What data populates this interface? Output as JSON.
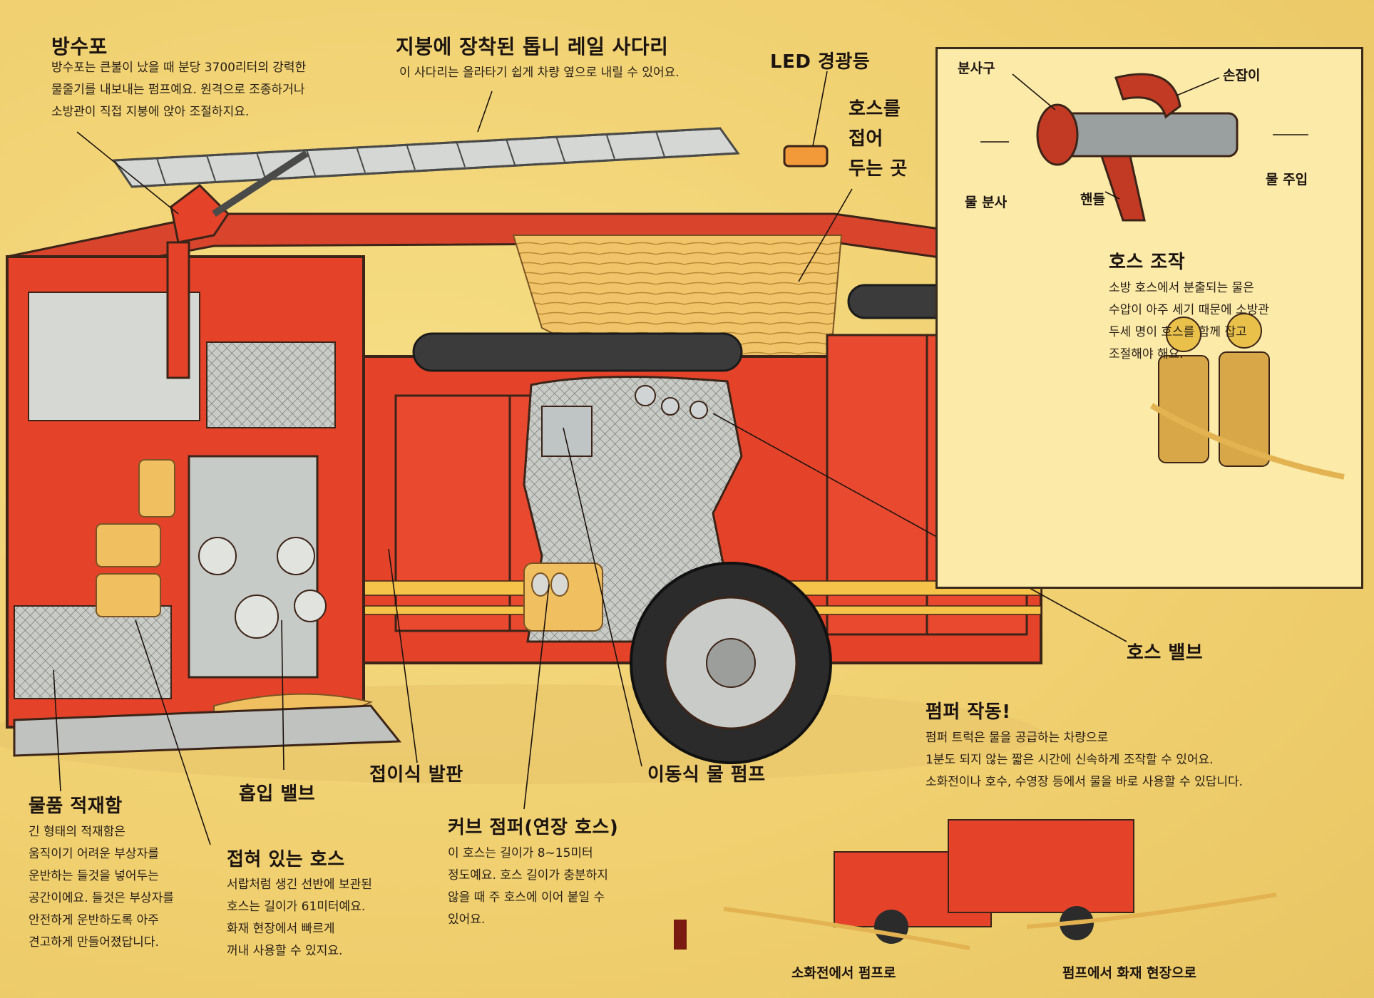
{
  "water_cannon": {
    "title": "방수포",
    "body": [
      "방수포는 큰불이 났을 때 분당 3700리터의 강력한",
      "물줄기를 내보내는 펌프예요. 원격으로 조종하거나",
      "소방관이 직접 지붕에 앉아 조절하지요."
    ]
  },
  "ladder": {
    "title": "지붕에 장착된 톱니 레일 사다리",
    "body": "이 사다리는 올라타기 쉽게 차량 옆으로 내릴 수 있어요."
  },
  "led_light": {
    "title": "LED 경광등"
  },
  "hose_bed": {
    "title": [
      "호스를",
      "접어",
      "두는 곳"
    ]
  },
  "nozzle_inset": {
    "labels": {
      "spray_tip": "분사구",
      "grip": "손잡이",
      "water_inlet": "물 주입",
      "water_spray": "물 분사",
      "handle": "핸들"
    },
    "operation_title": "호스 조작",
    "operation_body": [
      "소방 호스에서 분출되는 물은",
      "수압이 아주 세기 때문에 소방관",
      "두세 명이 호스를 함께 잡고",
      "조절해야 해요."
    ]
  },
  "hose_valve": {
    "title": "호스 밸브"
  },
  "storage": {
    "title": "물품 적재함",
    "body": [
      "긴 형태의 적재함은",
      "움직이기 어려운 부상자를",
      "운반하는 들것을 넣어두는",
      "공간이에요. 들것은 부상자를",
      "안전하게 운반하도록 아주",
      "견고하게 만들어졌답니다."
    ]
  },
  "folded_hose": {
    "title": "접혀 있는 호스",
    "body": [
      "서랍처럼 생긴 선반에 보관된",
      "호스는 길이가 61미터예요.",
      "화재 현장에서 빠르게",
      "꺼내 사용할 수 있지요."
    ]
  },
  "intake_valve": {
    "title": "흡입 밸브"
  },
  "folding_step": {
    "title": "접이식 발판"
  },
  "portable_pump": {
    "title": "이동식 물 펌프"
  },
  "curb_jumper": {
    "title": "커브 점퍼(연장 호스)",
    "body": [
      "이 호스는 길이가 8~15미터",
      "정도예요. 호스 길이가 충분하지",
      "않을 때 주 호스에 이어 붙일 수",
      "있어요."
    ]
  },
  "pumper": {
    "title": "펌퍼 작동!",
    "body": [
      "펌퍼 트럭은 물을 공급하는 차량으로",
      "1분도 되지 않는 짧은 시간에 신속하게 조작할 수 있어요.",
      "소화전이나 호수, 수영장 등에서 물을 바로 사용할 수 있답니다."
    ],
    "caption_left": "소화전에서 펌프로",
    "caption_right": "펌프에서 화재 현장으로"
  },
  "colors": {
    "background": "#f3d67a",
    "truck_red": "#e4432a",
    "hose_yellow": "#f0c060",
    "steel": "#bfc4c4"
  }
}
